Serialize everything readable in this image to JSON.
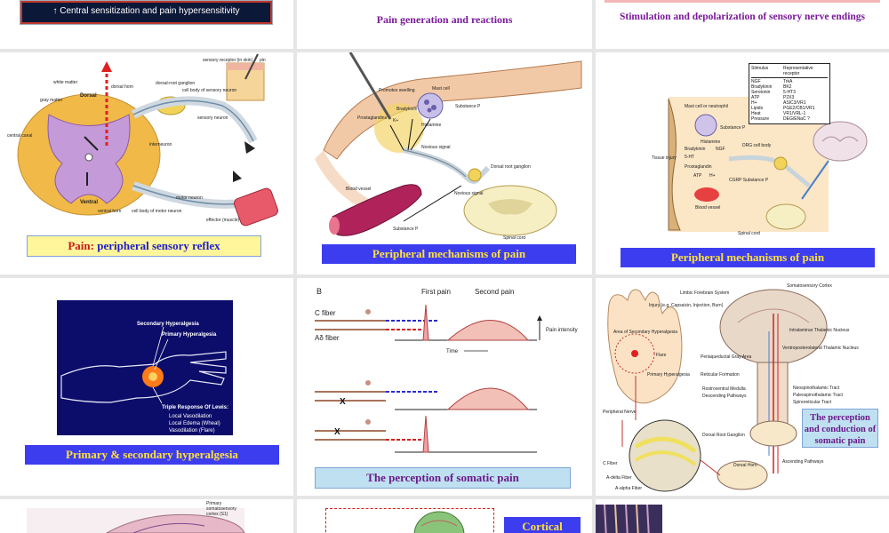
{
  "tiles": {
    "t1": {
      "banner": "↑ Central sensitization and pain hypersensitivity"
    },
    "t2": {
      "caption": "Pain generation and reactions"
    },
    "t3": {
      "caption": "Stimulation and depolarization of sensory nerve endings"
    },
    "t4": {
      "caption_prefix": "Pain:",
      "caption_rest": " peripheral sensory reflex",
      "labels": {
        "white_matter": "white matter",
        "gray_matter": "gray matter",
        "dorsal": "Dorsal",
        "dorsal_horn": "dorsal horn",
        "drg": "dorsal-root ganglion",
        "cell_body_sensory": "cell body of sensory neuron",
        "sensory_receptor": "sensory receptor (in skin)",
        "pin": "pin",
        "central_canal": "central canal",
        "sensory_neuron": "sensory neuron",
        "interneuron": "interneuron",
        "ventral": "Ventral",
        "ventral_horn": "ventral horn",
        "cell_body_motor": "cell body of motor neuron",
        "motor_neuron": "motor neuron",
        "effector": "effector (muscle)"
      }
    },
    "t5": {
      "caption": "Peripheral mechanisms of pain",
      "labels": {
        "promotes_swelling": "Promotes swelling",
        "mast_cell": "Mast cell",
        "bradykinin": "Bradykinin",
        "prostaglandins": "Prostaglandins",
        "k_plus": "K+",
        "histamine": "Histamine",
        "substance_p": "Substance P",
        "noxious_signal": "Noxious signal",
        "blood_vessel": "Blood vessel",
        "dorsal_root_ganglion": "Dorsal root ganglion",
        "substance_p_2": "Substance P",
        "spinal_cord": "Spinal cord"
      }
    },
    "t6": {
      "caption": "Peripheral mechanisms of pain",
      "table_headers": [
        "Stimulus",
        "Representative receptor"
      ],
      "table_rows": [
        [
          "NGF",
          "TrkA"
        ],
        [
          "Bradykinin",
          "BK2"
        ],
        [
          "Serotonin",
          "5-HT3"
        ],
        [
          "ATP",
          "P2X3"
        ],
        [
          "H+",
          "ASIC3/VR1"
        ],
        [
          "Lipids",
          "PGE2/CB1/VR1"
        ],
        [
          "Heat",
          "VR1/VRL-1"
        ],
        [
          "Pressure",
          "DEG/ENaC ?"
        ]
      ],
      "labels": {
        "mast_cell": "Mast cell or neutrophil",
        "substance_p": "Substance P",
        "histamine": "Histamine",
        "bradykinin": "Bradykinin",
        "ngf": "NGF",
        "five_ht": "5-HT",
        "prostaglandin": "Prostaglandin",
        "atp": "ATP",
        "h_plus": "H+",
        "tissue_injury": "Tissue injury",
        "blood_vessel": "Blood vessel",
        "cgrp": "CGRP Substance P",
        "drg_cell_body": "DRG cell body",
        "spinal_cord": "Spinal cord"
      }
    },
    "t7": {
      "caption": "Primary & secondary hyperalgesia",
      "labels": {
        "secondary": "Secondary Hyperalgesia",
        "primary": "Primary Hyperalgesia",
        "triple": "Triple Response Of Lewis:",
        "local_vaso": "Local Vasodilation",
        "local_edema": "Local Edema (Wheal)",
        "vaso_flare": "Vasodilation (Flare)"
      }
    },
    "t8": {
      "caption": "The perception of somatic pain",
      "labels": {
        "panel": "B",
        "first_pain": "First pain",
        "second_pain": "Second pain",
        "c_fiber": "C fiber",
        "ad_fiber": "Aδ fiber",
        "pain_intensity": "Pain intensity",
        "time": "Time"
      }
    },
    "t9": {
      "caption": "The perception and conduction of somatic pain",
      "labels": {
        "somatosensory_cortex": "Somatosensory Cortex",
        "limbic": "Limbic Forebrain System",
        "injury": "Injury (e.g. Capsaicin, Injection, Burn)",
        "area_secondary": "Area of Secondary Hyperalgesia",
        "flare": "Flare",
        "primary": "Primary Hyperalgesia",
        "intralaminar": "Intralaminar Thalamic Nucleus",
        "ventroposterolateral": "Ventroposterolateral Thalamic Nucleus",
        "periaqueductal": "Periaqueductal Gray Area",
        "reticular": "Reticular Formation",
        "rostroventral": "Rostroventral Medulla",
        "descending": "Descending Pathways",
        "neospinothalamic": "Neospinothalamic Tract",
        "paleospinothalamic": "Paleospinothalamic Tract",
        "spinoreticular": "Spinoreticular Tract",
        "peripheral_nerve": "Peripheral Nerve",
        "dorsal_root": "Dorsal Root Ganglion",
        "c_fiber": "C Fiber",
        "a_delta": "A-delta Fiber",
        "a_alpha": "A-alpha Fiber",
        "dorsal_horn": "Dorsal Horn",
        "ascending": "Ascending Pathways"
      }
    },
    "t10": {
      "label": "Primary somatosensory cortex (S1)"
    },
    "t11": {
      "caption": "Cortical"
    }
  },
  "colors": {
    "caption_blue": "#3d3df0",
    "caption_yellow_text": "#ffe23a",
    "purple_text": "#7a1a9a",
    "pain_red": "#e03030"
  }
}
